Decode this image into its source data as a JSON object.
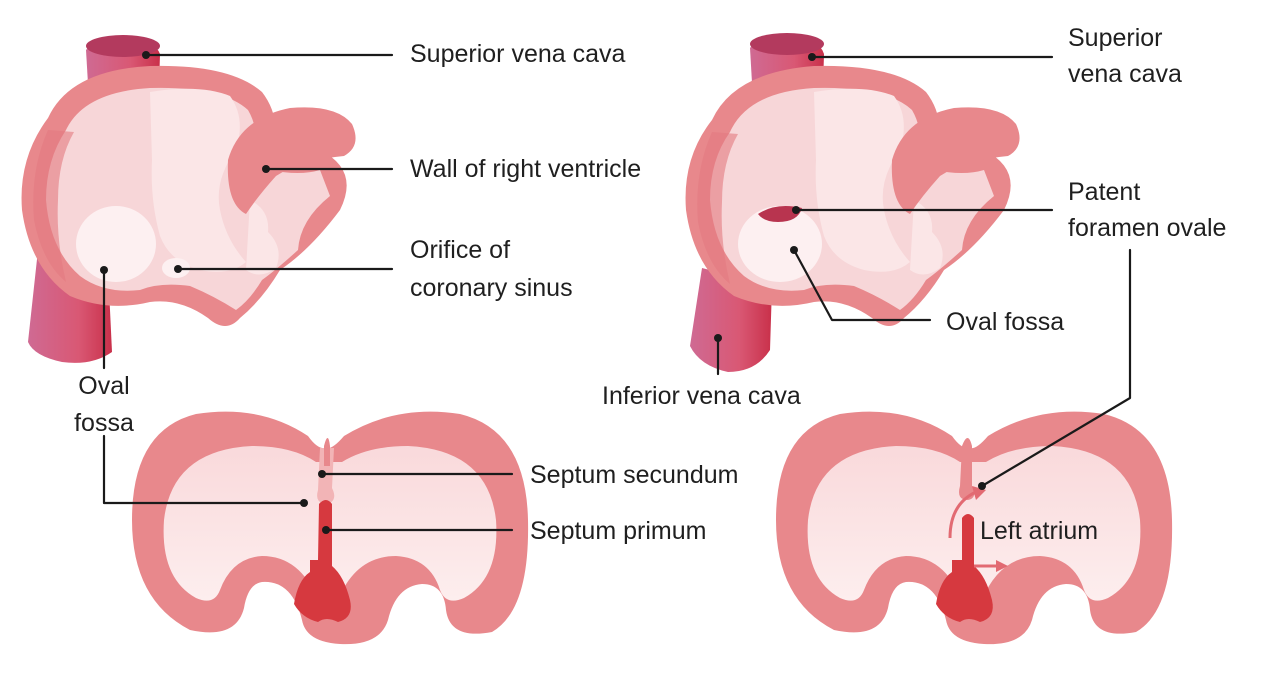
{
  "labels": {
    "left_top": {
      "superior_vena_cava": "Superior vena cava",
      "wall_of_right_ventricle": "Wall of right ventricle",
      "orifice_line1": "Orifice of",
      "orifice_line2": "coronary sinus",
      "oval_fossa_line1": "Oval",
      "oval_fossa_line2": "fossa"
    },
    "left_bottom": {
      "septum_secundum": "Septum secundum",
      "septum_primum": "Septum primum"
    },
    "right_top": {
      "superior_vena_cava_line1": "Superior",
      "superior_vena_cava_line2": "vena cava",
      "patent_line1": "Patent",
      "patent_line2": "foramen ovale",
      "oval_fossa": "Oval fossa",
      "inferior_vena_cava": "Inferior vena cava"
    },
    "right_bottom": {
      "left_atrium": "Left atrium"
    }
  },
  "colors": {
    "outer_tissue": "#e8888c",
    "inner_tissue": "#f7d6d8",
    "pale_tissue": "#fbe6e7",
    "oval_fossa": "#fdf0f1",
    "vessel": "#d9637c",
    "septum_dark": "#d6393f",
    "leader_line": "#1a1a1a"
  }
}
